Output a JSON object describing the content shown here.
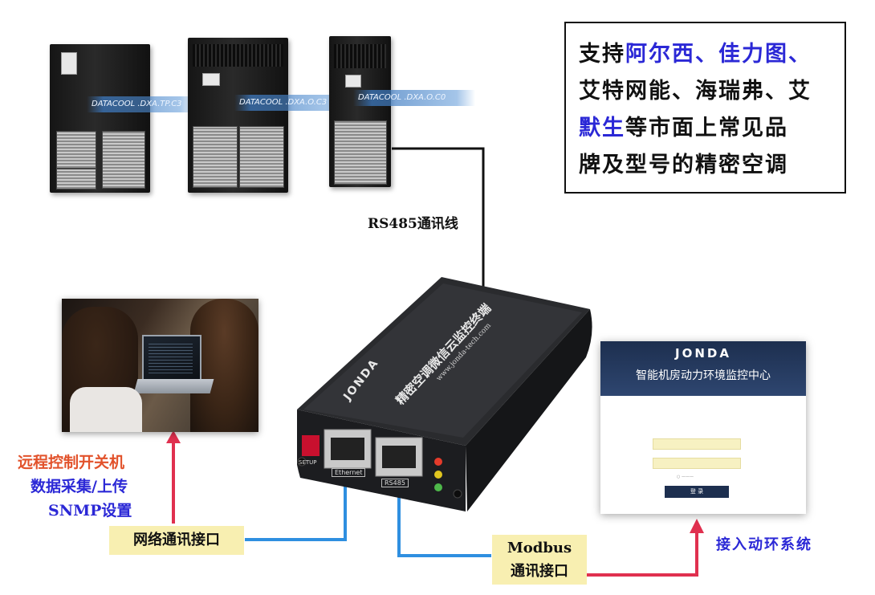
{
  "brand_box": {
    "line1_plain": "支持",
    "line1_blue": "阿尔西、佳力图、",
    "line2_blue": "艾特网能、海瑞弗、艾",
    "line3_blue": "默生",
    "line3_plain": "等市面上常见品",
    "line4_plain": "牌及型号的精密空调"
  },
  "cabinets": [
    {
      "model": "DATACOOL .DXA.TP.C3"
    },
    {
      "model": "DATACOOL .DXA.O.C3"
    },
    {
      "model": "DATACOOL .DXA.O.C0"
    }
  ],
  "rs485_cable_label": "RS485通讯线",
  "device": {
    "brand": "JONDA",
    "product_name": "精密空调微信云监控终端",
    "url": "www.jonda-tech.com",
    "port_ethernet": "Ethernet",
    "port_rs485": "RS485",
    "setup_label": "SETUP"
  },
  "features": {
    "remote_control": "远程控制开关机",
    "data_upload": "数据采集/上传",
    "snmp": "SNMP设置"
  },
  "network_interface_label": "网络通讯接口",
  "modbus_label_line1": "Modbus",
  "modbus_label_line2": "通讯接口",
  "connect_label": "接入动环系统",
  "web_panel": {
    "logo": "JONDA",
    "title": "智能机房动力环境监控中心",
    "login_button": "登 录"
  },
  "colors": {
    "accent_blue": "#2b28d6",
    "arrow_red": "#e0304f",
    "cable_blue": "#2f8fe0",
    "label_yellow": "#f8efb1",
    "remote_orange": "#e2522b"
  }
}
